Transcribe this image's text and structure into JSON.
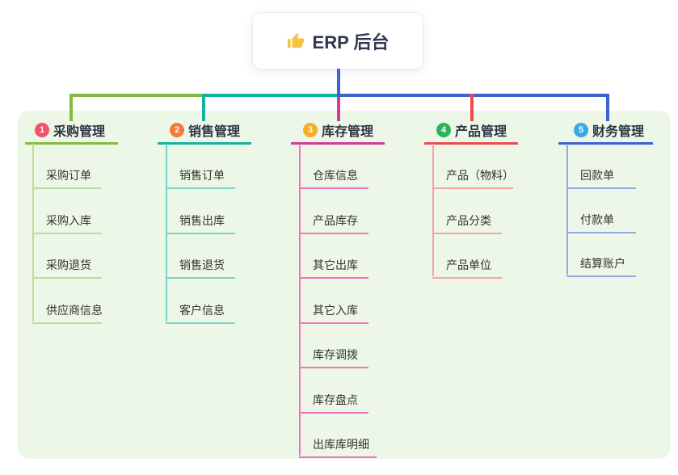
{
  "root": {
    "title": "ERP 后台",
    "icon": "thumbs-up-icon"
  },
  "colors": {
    "background": "#FFFFFF",
    "panel_background": "#EDF7E7",
    "root_line": "#4161D8",
    "title_text": "#2E3546",
    "child_text": "#333333",
    "thumb_icon": "#F6C445"
  },
  "branches": [
    {
      "badge": "1",
      "label": "采购管理",
      "badge_color": "#F4516C",
      "line_color": "#82BB41",
      "child_line_color": "#BCDE9B",
      "children": [
        "采购订单",
        "采购入库",
        "采购退货",
        "供应商信息"
      ]
    },
    {
      "badge": "2",
      "label": "销售管理",
      "badge_color": "#F57A3B",
      "line_color": "#12B3A2",
      "child_line_color": "#7AD4C5",
      "children": [
        "销售订单",
        "销售出库",
        "销售退货",
        "客户信息"
      ]
    },
    {
      "badge": "3",
      "label": "库存管理",
      "badge_color": "#F9AC25",
      "line_color": "#D4399C",
      "child_line_color": "#F075BE",
      "children": [
        "仓库信息",
        "产品库存",
        "其它出库",
        "其它入库",
        "库存调拨",
        "库存盘点",
        "出库库明细"
      ]
    },
    {
      "badge": "4",
      "label": "产品管理",
      "badge_color": "#2BB45C",
      "line_color": "#F1494F",
      "child_line_color": "#F8A3A2",
      "children": [
        "产品（物料）",
        "产品分类",
        "产品单位"
      ]
    },
    {
      "badge": "5",
      "label": "财务管理",
      "badge_color": "#38AAE2",
      "line_color": "#3E61D6",
      "child_line_color": "#93A9E6",
      "children": [
        "回款单",
        "付款单",
        "结算账户"
      ]
    }
  ]
}
